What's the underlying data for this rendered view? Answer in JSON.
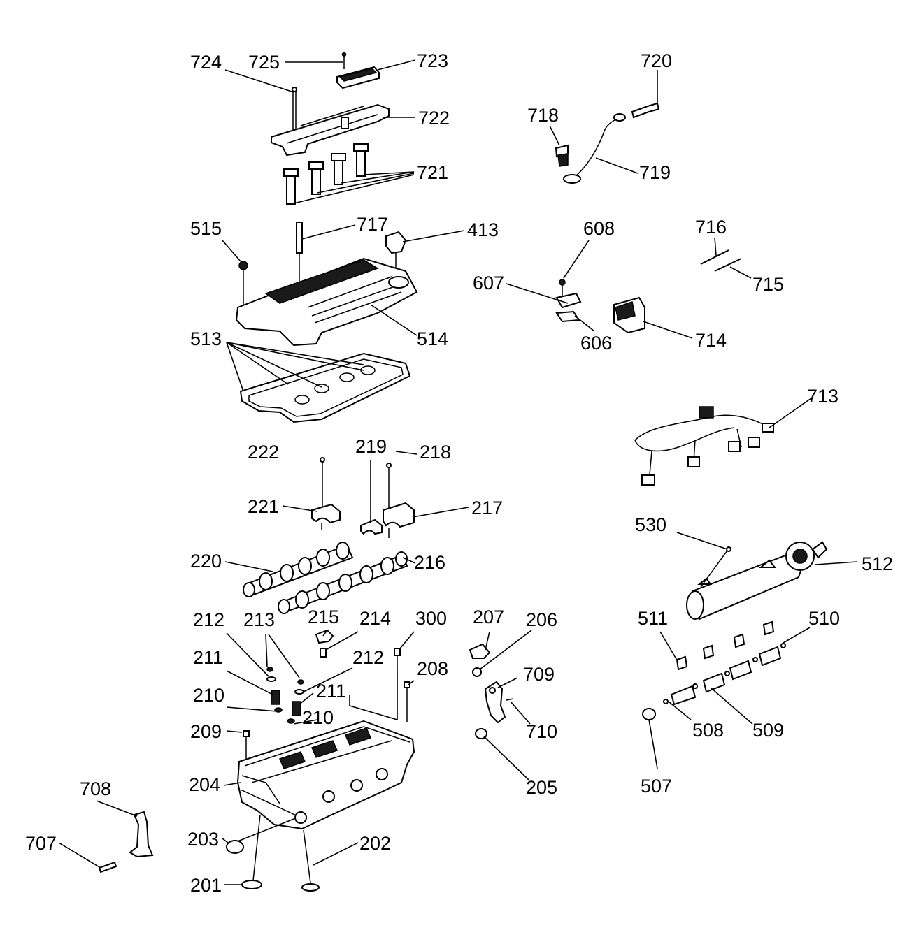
{
  "callouts": {
    "c724": "724",
    "c725": "725",
    "c723": "723",
    "c722": "722",
    "c721": "721",
    "c720": "720",
    "c718": "718",
    "c719": "719",
    "c515": "515",
    "c717": "717",
    "c413": "413",
    "c514": "514",
    "c513": "513",
    "c608": "608",
    "c607": "607",
    "c606": "606",
    "c714": "714",
    "c716": "716",
    "c715": "715",
    "c713": "713",
    "c222": "222",
    "c219": "219",
    "c218": "218",
    "c221": "221",
    "c217": "217",
    "c220": "220",
    "c216": "216",
    "c530": "530",
    "c512": "512",
    "c212a": "212",
    "c213": "213",
    "c215": "215",
    "c214": "214",
    "c300": "300",
    "c207": "207",
    "c206": "206",
    "c211a": "211",
    "c212b": "212",
    "c208": "208",
    "c709": "709",
    "c210a": "210",
    "c211b": "211",
    "c210b": "210",
    "c209": "209",
    "c710": "710",
    "c204": "204",
    "c205": "205",
    "c511": "511",
    "c510": "510",
    "c508": "508",
    "c509": "509",
    "c507": "507",
    "c708": "708",
    "c707": "707",
    "c203": "203",
    "c202": "202",
    "c201": "201"
  }
}
